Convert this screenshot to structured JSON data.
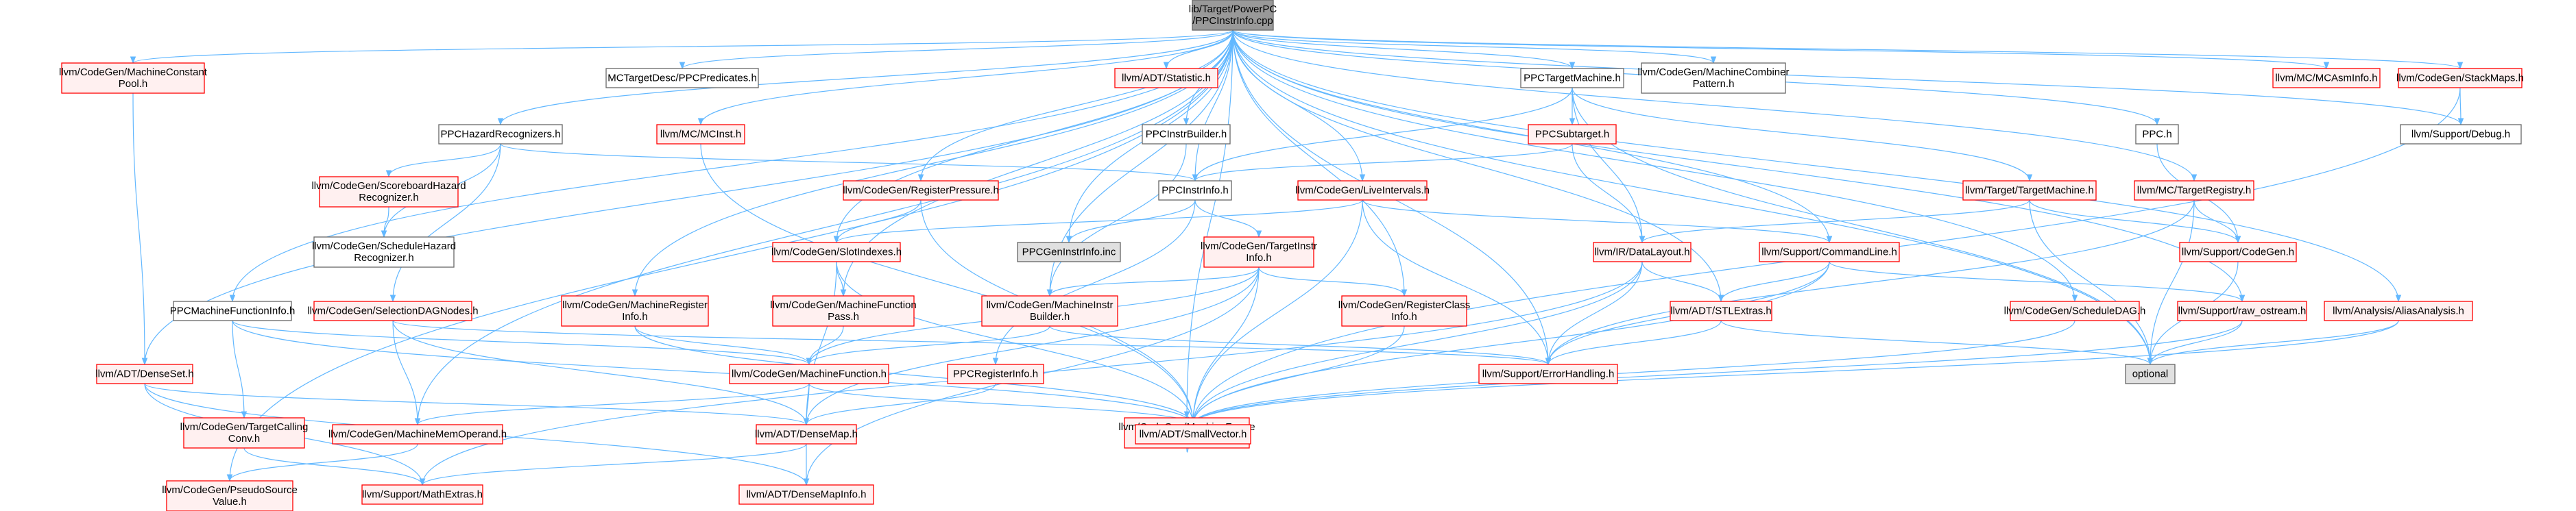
{
  "colors": {
    "edge": "#63b8ff",
    "root_fill": "#999999",
    "normal_stroke": "#666666",
    "linked_stroke": "#ff0000",
    "linked_fill": "#fff0f0",
    "plain_fill": "#ffffff",
    "leaf_fill": "#e0e0e0"
  },
  "nodes": [
    {
      "id": "root",
      "lines": [
        "lib/Target/PowerPC",
        "/PPCInstrInfo.cpp"
      ],
      "style": "root"
    },
    {
      "id": "mcp",
      "lines": [
        "llvm/CodeGen/MachineConstant",
        "Pool.h"
      ],
      "style": "red"
    },
    {
      "id": "mctp",
      "lines": [
        "MCTargetDesc/PPCPredicates.h"
      ],
      "style": "plain"
    },
    {
      "id": "stat",
      "lines": [
        "llvm/ADT/Statistic.h"
      ],
      "style": "red"
    },
    {
      "id": "ptm",
      "lines": [
        "PPCTargetMachine.h"
      ],
      "style": "plain"
    },
    {
      "id": "mcomb",
      "lines": [
        "llvm/CodeGen/MachineCombiner",
        "Pattern.h"
      ],
      "style": "plain"
    },
    {
      "id": "mcasm",
      "lines": [
        "llvm/MC/MCAsmInfo.h"
      ],
      "style": "red"
    },
    {
      "id": "stackmaps",
      "lines": [
        "llvm/CodeGen/StackMaps.h"
      ],
      "style": "red"
    },
    {
      "id": "phr",
      "lines": [
        "PPCHazardRecognizers.h"
      ],
      "style": "plain"
    },
    {
      "id": "mcinst",
      "lines": [
        "llvm/MC/MCInst.h"
      ],
      "style": "red"
    },
    {
      "id": "pib",
      "lines": [
        "PPCInstrBuilder.h"
      ],
      "style": "plain"
    },
    {
      "id": "psub",
      "lines": [
        "PPCSubtarget.h"
      ],
      "style": "red"
    },
    {
      "id": "ppch",
      "lines": [
        "PPC.h"
      ],
      "style": "plain"
    },
    {
      "id": "debug",
      "lines": [
        "llvm/Support/Debug.h"
      ],
      "style": "plain"
    },
    {
      "id": "shr",
      "lines": [
        "llvm/CodeGen/ScoreboardHazard",
        "Recognizer.h"
      ],
      "style": "red"
    },
    {
      "id": "regp",
      "lines": [
        "llvm/CodeGen/RegisterPressure.h"
      ],
      "style": "red"
    },
    {
      "id": "pii",
      "lines": [
        "PPCInstrInfo.h"
      ],
      "style": "plain"
    },
    {
      "id": "li",
      "lines": [
        "llvm/CodeGen/LiveIntervals.h"
      ],
      "style": "red"
    },
    {
      "id": "ttm",
      "lines": [
        "llvm/Target/TargetMachine.h"
      ],
      "style": "red"
    },
    {
      "id": "mctr",
      "lines": [
        "llvm/MC/TargetRegistry.h"
      ],
      "style": "red"
    },
    {
      "id": "schr",
      "lines": [
        "llvm/CodeGen/ScheduleHazard",
        "Recognizer.h"
      ],
      "style": "plain"
    },
    {
      "id": "si",
      "lines": [
        "llvm/CodeGen/SlotIndexes.h"
      ],
      "style": "red"
    },
    {
      "id": "pgen",
      "lines": [
        "PPCGenInstrInfo.inc"
      ],
      "style": "gray"
    },
    {
      "id": "tii",
      "lines": [
        "llvm/CodeGen/TargetInstr",
        "Info.h"
      ],
      "style": "red"
    },
    {
      "id": "dl",
      "lines": [
        "llvm/IR/DataLayout.h"
      ],
      "style": "red"
    },
    {
      "id": "cl",
      "lines": [
        "llvm/Support/CommandLine.h"
      ],
      "style": "red"
    },
    {
      "id": "cg",
      "lines": [
        "llvm/Support/CodeGen.h"
      ],
      "style": "red"
    },
    {
      "id": "pmfi",
      "lines": [
        "PPCMachineFunctionInfo.h"
      ],
      "style": "plain"
    },
    {
      "id": "sdn",
      "lines": [
        "llvm/CodeGen/SelectionDAGNodes.h"
      ],
      "style": "red"
    },
    {
      "id": "mri",
      "lines": [
        "llvm/CodeGen/MachineRegister",
        "Info.h"
      ],
      "style": "red"
    },
    {
      "id": "mfp",
      "lines": [
        "llvm/CodeGen/MachineFunction",
        "Pass.h"
      ],
      "style": "red"
    },
    {
      "id": "mib",
      "lines": [
        "llvm/CodeGen/MachineInstr",
        "Builder.h"
      ],
      "style": "red"
    },
    {
      "id": "rci",
      "lines": [
        "llvm/CodeGen/RegisterClass",
        "Info.h"
      ],
      "style": "red"
    },
    {
      "id": "stle",
      "lines": [
        "llvm/ADT/STLExtras.h"
      ],
      "style": "red"
    },
    {
      "id": "sdag",
      "lines": [
        "llvm/CodeGen/ScheduleDAG.h"
      ],
      "style": "red"
    },
    {
      "id": "ros",
      "lines": [
        "llvm/Support/raw_ostream.h"
      ],
      "style": "red"
    },
    {
      "id": "aa",
      "lines": [
        "llvm/Analysis/AliasAnalysis.h"
      ],
      "style": "red"
    },
    {
      "id": "ds",
      "lines": [
        "llvm/ADT/DenseSet.h"
      ],
      "style": "red"
    },
    {
      "id": "mf",
      "lines": [
        "llvm/CodeGen/MachineFunction.h"
      ],
      "style": "red"
    },
    {
      "id": "pri",
      "lines": [
        "PPCRegisterInfo.h"
      ],
      "style": "red"
    },
    {
      "id": "eh",
      "lines": [
        "llvm/Support/ErrorHandling.h"
      ],
      "style": "red"
    },
    {
      "id": "opt",
      "lines": [
        "optional"
      ],
      "style": "gray"
    },
    {
      "id": "tcc",
      "lines": [
        "llvm/CodeGen/TargetCalling",
        "Conv.h"
      ],
      "style": "red"
    },
    {
      "id": "mmo",
      "lines": [
        "llvm/CodeGen/MachineMemOperand.h"
      ],
      "style": "red"
    },
    {
      "id": "mfi",
      "lines": [
        "llvm/CodeGen/MachineFrame",
        "Info.h"
      ],
      "style": "red"
    },
    {
      "id": "dm",
      "lines": [
        "llvm/ADT/DenseMap.h"
      ],
      "style": "red"
    },
    {
      "id": "sv",
      "lines": [
        "llvm/ADT/SmallVector.h"
      ],
      "style": "red"
    },
    {
      "id": "psv",
      "lines": [
        "llvm/CodeGen/PseudoSource",
        "Value.h"
      ],
      "style": "red"
    },
    {
      "id": "me",
      "lines": [
        "llvm/Support/MathExtras.h"
      ],
      "style": "red"
    },
    {
      "id": "dmi",
      "lines": [
        "llvm/ADT/DenseMapInfo.h"
      ],
      "style": "red"
    }
  ],
  "edges": [
    [
      "root",
      "mcp"
    ],
    [
      "root",
      "mctp"
    ],
    [
      "root",
      "stat"
    ],
    [
      "root",
      "ptm"
    ],
    [
      "root",
      "mcomb"
    ],
    [
      "root",
      "mcasm"
    ],
    [
      "root",
      "stackmaps"
    ],
    [
      "root",
      "phr"
    ],
    [
      "root",
      "mcinst"
    ],
    [
      "root",
      "pib"
    ],
    [
      "root",
      "ppch"
    ],
    [
      "root",
      "debug"
    ],
    [
      "root",
      "regp"
    ],
    [
      "root",
      "pii"
    ],
    [
      "root",
      "li"
    ],
    [
      "root",
      "mctr"
    ],
    [
      "root",
      "si"
    ],
    [
      "root",
      "pgen"
    ],
    [
      "root",
      "cl"
    ],
    [
      "root",
      "pmfi"
    ],
    [
      "root",
      "mri"
    ],
    [
      "root",
      "mfp"
    ],
    [
      "root",
      "mib"
    ],
    [
      "root",
      "rci"
    ],
    [
      "root",
      "stle"
    ],
    [
      "root",
      "sdag"
    ],
    [
      "root",
      "ros"
    ],
    [
      "root",
      "aa"
    ],
    [
      "root",
      "ds"
    ],
    [
      "root",
      "mmo"
    ],
    [
      "root",
      "mfi"
    ],
    [
      "root",
      "psv"
    ],
    [
      "root",
      "eh"
    ],
    [
      "root",
      "opt"
    ],
    [
      "mcp",
      "ds"
    ],
    [
      "ptm",
      "psub"
    ],
    [
      "ptm",
      "pii"
    ],
    [
      "ptm",
      "ttm"
    ],
    [
      "ptm",
      "dl"
    ],
    [
      "ptm",
      "opt"
    ],
    [
      "stackmaps",
      "debug"
    ],
    [
      "stackmaps",
      "sv"
    ],
    [
      "phr",
      "shr"
    ],
    [
      "phr",
      "schr"
    ],
    [
      "phr",
      "sdn"
    ],
    [
      "phr",
      "pii"
    ],
    [
      "mcinst",
      "sv"
    ],
    [
      "pib",
      "mib"
    ],
    [
      "psub",
      "pii"
    ],
    [
      "psub",
      "dl"
    ],
    [
      "ppch",
      "cg"
    ],
    [
      "shr",
      "schr"
    ],
    [
      "regp",
      "si"
    ],
    [
      "regp",
      "sv"
    ],
    [
      "pii",
      "pgen"
    ],
    [
      "pii",
      "tii"
    ],
    [
      "pii",
      "pri"
    ],
    [
      "li",
      "si"
    ],
    [
      "li",
      "cl"
    ],
    [
      "li",
      "eh"
    ],
    [
      "li",
      "sv"
    ],
    [
      "ttm",
      "dl"
    ],
    [
      "ttm",
      "cg"
    ],
    [
      "ttm",
      "opt"
    ],
    [
      "mctr",
      "cg"
    ],
    [
      "mctr",
      "eh"
    ],
    [
      "mctr",
      "opt"
    ],
    [
      "si",
      "mfp"
    ],
    [
      "si",
      "dm"
    ],
    [
      "si",
      "sv"
    ],
    [
      "tii",
      "mib"
    ],
    [
      "tii",
      "mf"
    ],
    [
      "tii",
      "rci"
    ],
    [
      "tii",
      "dm"
    ],
    [
      "tii",
      "sv"
    ],
    [
      "tii",
      "dmi"
    ],
    [
      "dl",
      "stle"
    ],
    [
      "dl",
      "eh"
    ],
    [
      "dl",
      "me"
    ],
    [
      "dl",
      "sv"
    ],
    [
      "cl",
      "stle"
    ],
    [
      "cl",
      "eh"
    ],
    [
      "cl",
      "ros"
    ],
    [
      "cl",
      "sv"
    ],
    [
      "cg",
      "opt"
    ],
    [
      "pmfi",
      "tcc"
    ],
    [
      "pmfi",
      "mf"
    ],
    [
      "pmfi",
      "sv"
    ],
    [
      "sdn",
      "mmo"
    ],
    [
      "sdn",
      "dm"
    ],
    [
      "sdn",
      "eh"
    ],
    [
      "mri",
      "mf"
    ],
    [
      "mri",
      "sv"
    ],
    [
      "mfp",
      "mf"
    ],
    [
      "mib",
      "mf"
    ],
    [
      "mib",
      "eh"
    ],
    [
      "rci",
      "sv"
    ],
    [
      "stle",
      "opt"
    ],
    [
      "stle",
      "eh"
    ],
    [
      "sdag",
      "sv"
    ],
    [
      "ros",
      "opt"
    ],
    [
      "ros",
      "sv"
    ],
    [
      "aa",
      "opt"
    ],
    [
      "aa",
      "sv"
    ],
    [
      "ds",
      "dm"
    ],
    [
      "ds",
      "dmi"
    ],
    [
      "ds",
      "me"
    ],
    [
      "mf",
      "mmo"
    ],
    [
      "mf",
      "dm"
    ],
    [
      "mf",
      "sv"
    ],
    [
      "pri",
      "dm"
    ],
    [
      "tcc",
      "me"
    ],
    [
      "mmo",
      "psv"
    ],
    [
      "mfi",
      "sv"
    ],
    [
      "dm",
      "me"
    ],
    [
      "dm",
      "dmi"
    ]
  ]
}
